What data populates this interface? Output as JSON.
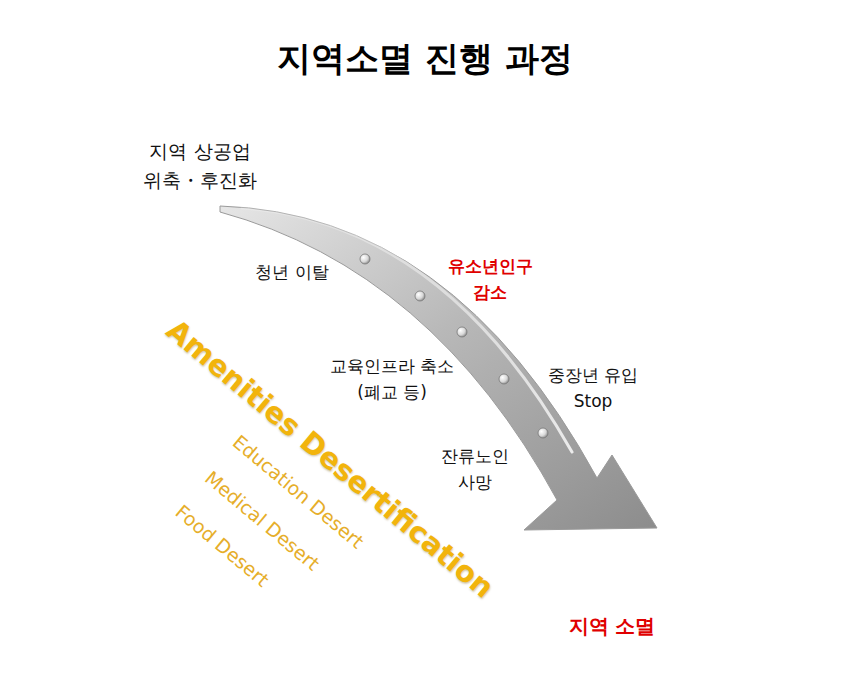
{
  "diagram": {
    "title": "지역소멸 진행 과정",
    "labels": [
      "지역 상공업 위축・후진화",
      "청년 이탈",
      "유소년인구 감소",
      "교육인프라 축소 (폐교 등)",
      "중장년 유입 Stop",
      "잔류노인 사망",
      "Amenities Desertification",
      "Education Desert",
      "Medical Desert",
      "Food Desert",
      "지역 소멸"
    ]
  }
}
